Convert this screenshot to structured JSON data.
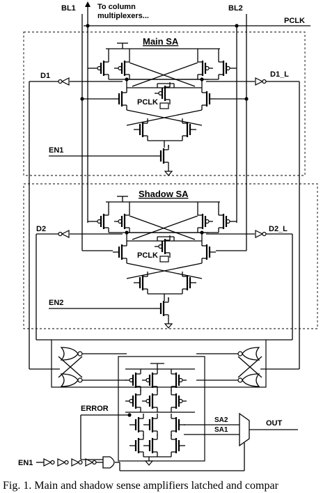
{
  "signals": {
    "bl1": "BL1",
    "bl2": "BL2",
    "pclk": "PCLK",
    "to_column": "To column",
    "multiplexers": "multiplexers...",
    "d1": "D1",
    "d1_l": "D1_L",
    "d2": "D2",
    "d2_l": "D2_L",
    "en1": "EN1",
    "en2": "EN2",
    "error": "ERROR",
    "sa1": "SA1",
    "sa2": "SA2",
    "out": "OUT",
    "en1_bottom": "EN1"
  },
  "blocks": {
    "main_sa": {
      "title": "Main SA",
      "pclk": "PCLK"
    },
    "shadow_sa": {
      "title": "Shadow SA",
      "pclk": "PCLK"
    }
  },
  "caption": "Fig. 1. Main and shadow sense amplifiers latched and compar"
}
